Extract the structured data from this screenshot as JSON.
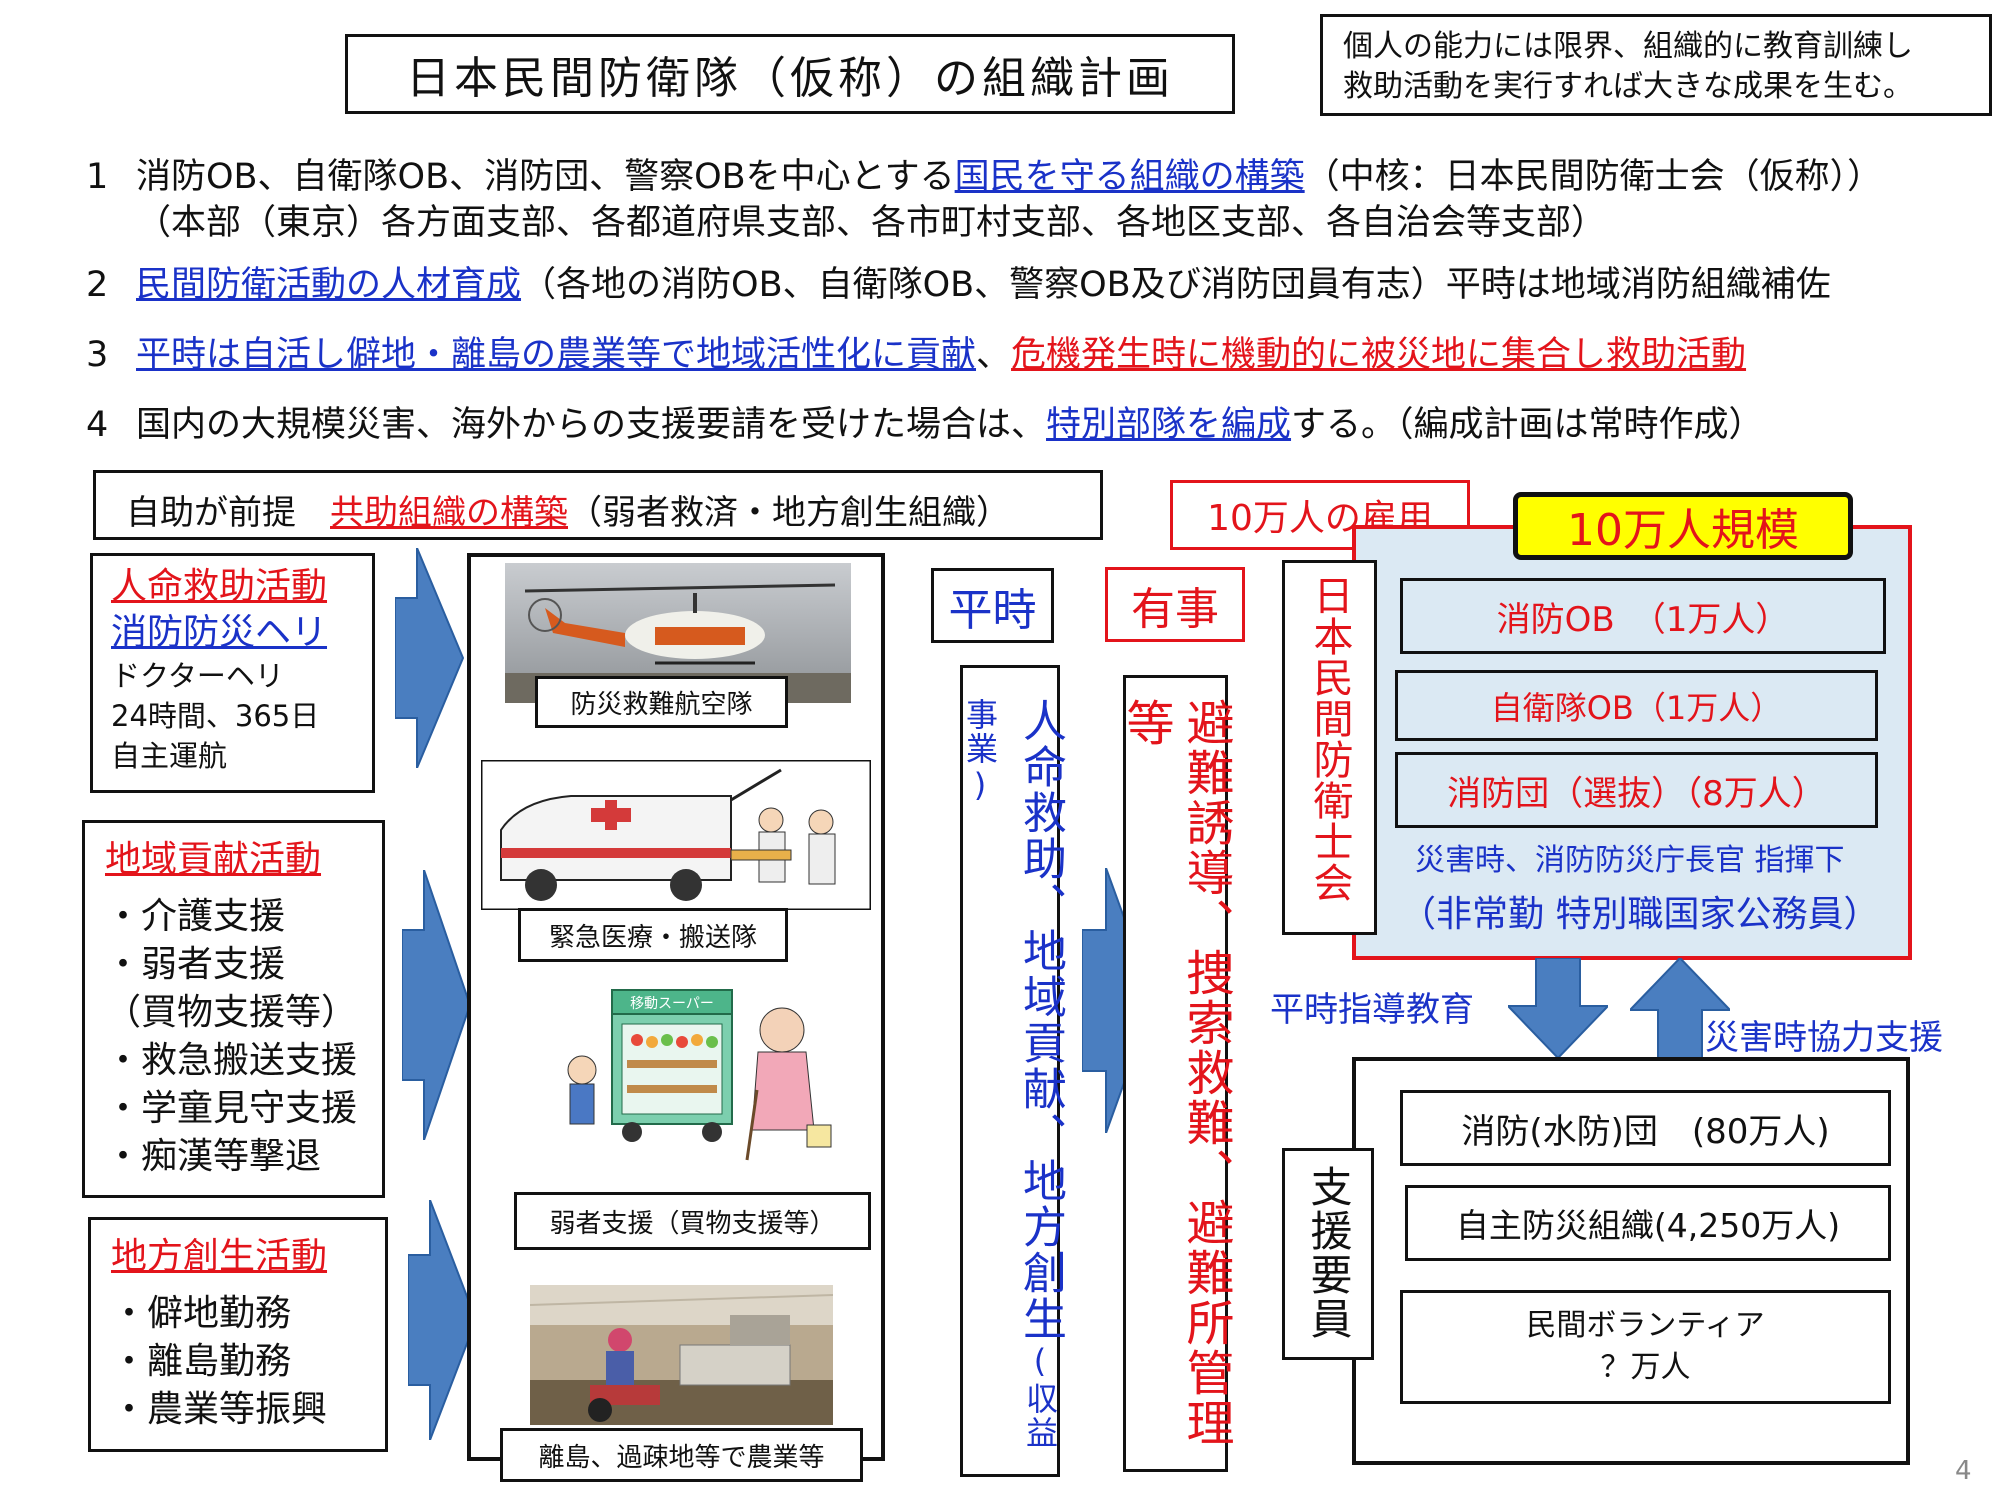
{
  "title": "日本民間防衛隊（仮称）の組織計画",
  "note": {
    "line1": "個人の能力には限界、組織的に教育訓練し",
    "line2": "救助活動を実行すれば大きな成果を生む。"
  },
  "items": {
    "i1": {
      "num": "1",
      "pre": "消防OB、自衛隊OB、消防団、警察OBを中心とする",
      "link": "国民を守る組織の構築",
      "post": "（中核：日本民間防衛士会（仮称））",
      "line2": "（本部（東京）各方面支部、各都道府県支部、各市町村支部、各地区支部、各自治会等支部）"
    },
    "i2": {
      "num": "2",
      "link": "民間防衛活動の人材育成",
      "post": "（各地の消防OB、自衛隊OB、警察OB及び消防団員有志）平時は地域消防組織補佐"
    },
    "i3": {
      "num": "3",
      "link_blue": "平時は自活し僻地・離島の農業等で地域活性化に貢献",
      "sep": "、",
      "link_red": "危機発生時に機動的に被災地に集合し救助活動"
    },
    "i4": {
      "num": "4",
      "pre": "国内の大規模災害、海外からの支援要請を受けた場合は、",
      "link": "特別部隊を編成",
      "post": "する。（編成計画は常時作成）"
    }
  },
  "premise": {
    "pre": "自助が前提",
    "link": "共助組織の構築",
    "post": "（弱者救済・地方創生組織）"
  },
  "left": {
    "rescue": {
      "title1": "人命救助活動",
      "title2": "消防防災ヘリ",
      "lines": [
        "ドクターヘリ",
        "24時間、365日",
        "自主運航"
      ]
    },
    "community": {
      "title": "地域貢献活動",
      "lines": [
        "・介護支援",
        "・弱者支援",
        "（買物支援等）",
        "・救急搬送支援",
        "・学童見守支援",
        "・痴漢等撃退"
      ]
    },
    "regional": {
      "title": "地方創生活動",
      "lines": [
        "・僻地勤務",
        "・離島勤務",
        "・農業等振興"
      ]
    }
  },
  "photos": {
    "p1": "防災救難航空隊",
    "p2": "緊急医療・搬送隊",
    "p3": "弱者支援（買物支援等）",
    "p4": "離島、過疎地等で農業等",
    "van_sign": "移動スーパー"
  },
  "heiji": "平時",
  "yuji": "有事",
  "heiji_text": "人命救助、地域貢献、地方創生",
  "heiji_note": "(収益事業)",
  "yuji_text": "避難誘導、捜索救難、避難所管理等",
  "org": {
    "employment": "10万人の雇用",
    "scale": "10万人規模",
    "name": "日本民間防衛士会",
    "b1": "消防OB　（1万人）",
    "b2": "自衛隊OB（1万人）",
    "b3": "消防団（選抜）（8万人）",
    "cmd": "災害時、消防防災庁長官 指揮下",
    "status": "（非常勤 特別職国家公務員）"
  },
  "arrows": {
    "down": "平時指導教育",
    "up": "災害時協力支援"
  },
  "support": {
    "label": "支援要員",
    "s1": "消防(水防)団　(80万人)",
    "s2": "自主防災組織(4,250万人)",
    "s3a": "民間ボランティア",
    "s3b": "？万人"
  },
  "page_number": "4"
}
